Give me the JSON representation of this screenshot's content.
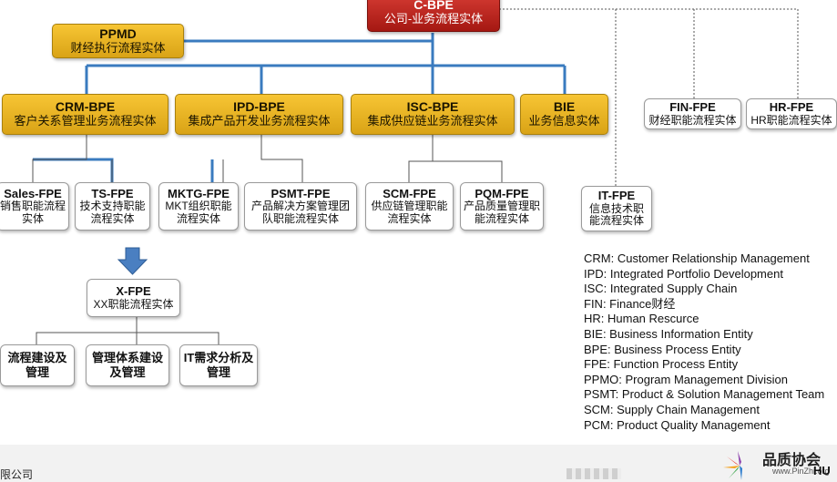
{
  "nodes": {
    "cbpe": {
      "title": "C-BPE",
      "sub": "公司-业务流程实体"
    },
    "ppmd": {
      "title": "PPMD",
      "sub": "财经执行流程实体"
    },
    "crm": {
      "title": "CRM-BPE",
      "sub": "客户关系管理业务流程实体"
    },
    "ipd": {
      "title": "IPD-BPE",
      "sub": "集成产品开发业务流程实体"
    },
    "isc": {
      "title": "ISC-BPE",
      "sub": "集成供应链业务流程实体"
    },
    "bie": {
      "title": "BIE",
      "sub": "业务信息实体"
    },
    "fin": {
      "title": "FIN-FPE",
      "sub": "财经职能流程实体"
    },
    "hr": {
      "title": "HR-FPE",
      "sub": "HR职能流程实体"
    },
    "sales": {
      "title": "Sales-FPE",
      "sub": "销售职能流程实体"
    },
    "ts": {
      "title": "TS-FPE",
      "sub": "技术支持职能流程实体"
    },
    "mktg": {
      "title": "MKTG-FPE",
      "sub": "MKT组织职能流程实体"
    },
    "psmt": {
      "title": "PSMT-FPE",
      "sub": "产品解决方案管理团队职能流程实体"
    },
    "scm": {
      "title": "SCM-FPE",
      "sub": "供应链管理职能流程实体"
    },
    "pqm": {
      "title": "PQM-FPE",
      "sub": "产品质量管理职能流程实体"
    },
    "it": {
      "title": "IT-FPE",
      "sub": "信息技术职能流程实体"
    },
    "xfpe": {
      "title": "X-FPE",
      "sub": "XX职能流程实体"
    },
    "proc": {
      "title": "流程建设及管理"
    },
    "sys": {
      "title": "管理体系建设及管理"
    },
    "itreq": {
      "title": "IT需求分析及管理"
    }
  },
  "legend": [
    "CRM: Customer Relationship Management",
    "IPD: Integrated Portfolio Development",
    "ISC: Integrated Supply Chain",
    "FIN: Finance财经",
    "HR: Human Rescurce",
    "BIE: Business Information Entity",
    "BPE: Business Process Entity",
    "FPE: Function Process Entity",
    "PPMO: Program Management Division",
    "PSMT: Product & Solution Management Team",
    "SCM: Supply Chain Management",
    "PCM: Product Quality Management"
  ],
  "footer": {
    "company": "限公司",
    "logo_text": "品质协会",
    "logo_url": "www.PinZhi.org",
    "brand": "HU"
  },
  "colors": {
    "gold": "#f2b824",
    "red": "#c0241d",
    "connector": "#3a7bbf"
  }
}
